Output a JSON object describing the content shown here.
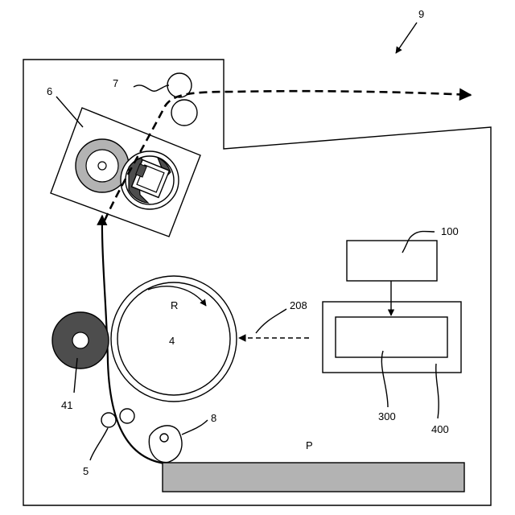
{
  "labels": {
    "apparatus": "9",
    "fixing_unit": "6",
    "discharge_rollers": "7",
    "controller_top": "100",
    "exposure_light": "208",
    "rotation_direction": "R",
    "drum": "4",
    "developing_roller": "41",
    "registration_rollers": "5",
    "pickup_roller": "8",
    "sheet": "P",
    "inner_block": "300",
    "outer_block": "400"
  },
  "colors": {
    "line": "#000000",
    "gray_fill": "#b3b3b3",
    "dark_fill": "#4d4d4d",
    "background": "#ffffff"
  }
}
